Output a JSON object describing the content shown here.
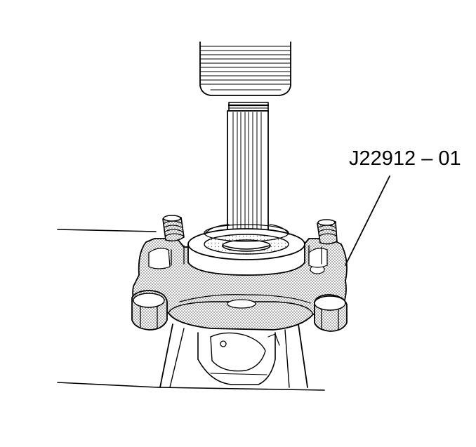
{
  "callout": {
    "label": "J22912 – 01"
  },
  "colors": {
    "ink": "#000000",
    "paper": "#ffffff",
    "stipple": "#9a9a9a"
  },
  "icons": [
    "press-ram",
    "splined-shaft",
    "bearing",
    "bearing-separator-tool",
    "bolt",
    "press-frame"
  ]
}
